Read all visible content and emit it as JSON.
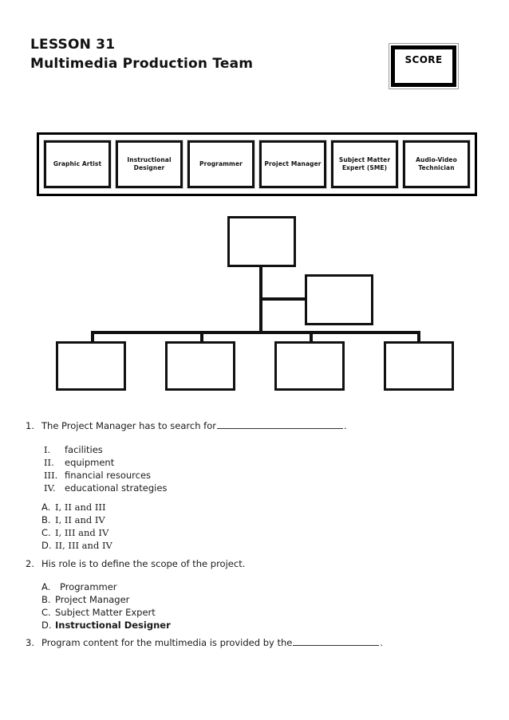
{
  "header": {
    "lesson": "LESSON 31",
    "subtitle": "Multimedia Production Team",
    "score_label": "SCORE"
  },
  "role_strip": {
    "roles": [
      {
        "label": "Graphic Artist"
      },
      {
        "label": "Instructional\nDesigner"
      },
      {
        "label": "Programmer"
      },
      {
        "label": "Project Manager"
      },
      {
        "label": "Subject Matter\nExpert (SME)"
      },
      {
        "label": "Audio-Video\nTechnician"
      }
    ]
  },
  "org_chart": {
    "description": "blank organizational chart to be filled in",
    "top_box": "",
    "assistant_box": "",
    "bottom_boxes": [
      "",
      "",
      "",
      ""
    ]
  },
  "questions": [
    {
      "number": "1.",
      "text_before": "The Project Manager has to search for",
      "blank": true,
      "text_after": ".",
      "roman_options": [
        {
          "key": "I.",
          "label": "facilities"
        },
        {
          "key": "II.",
          "label": "equipment"
        },
        {
          "key": "III.",
          "label": "financial resources"
        },
        {
          "key": "IV.",
          "label": "educational strategies"
        }
      ],
      "alpha_options": [
        {
          "key": "A.",
          "label": "I, II and III"
        },
        {
          "key": "B.",
          "label": "I, II and IV"
        },
        {
          "key": "C.",
          "label": "I, III and IV"
        },
        {
          "key": "D.",
          "label": "II, III and IV"
        }
      ]
    },
    {
      "number": "2.",
      "text_before": "His role is to define the scope of the project.",
      "blank": false,
      "text_after": "",
      "alpha_options": [
        {
          "key": "A.",
          "label": "Programmer"
        },
        {
          "key": "B.",
          "label": "Project Manager"
        },
        {
          "key": "C.",
          "label": "Subject Matter Expert"
        },
        {
          "key": "D.",
          "label": "Instructional Designer"
        }
      ]
    },
    {
      "number": "3.",
      "text_before": "Program content for the multimedia is provided by the",
      "blank": true,
      "text_after": "."
    }
  ]
}
